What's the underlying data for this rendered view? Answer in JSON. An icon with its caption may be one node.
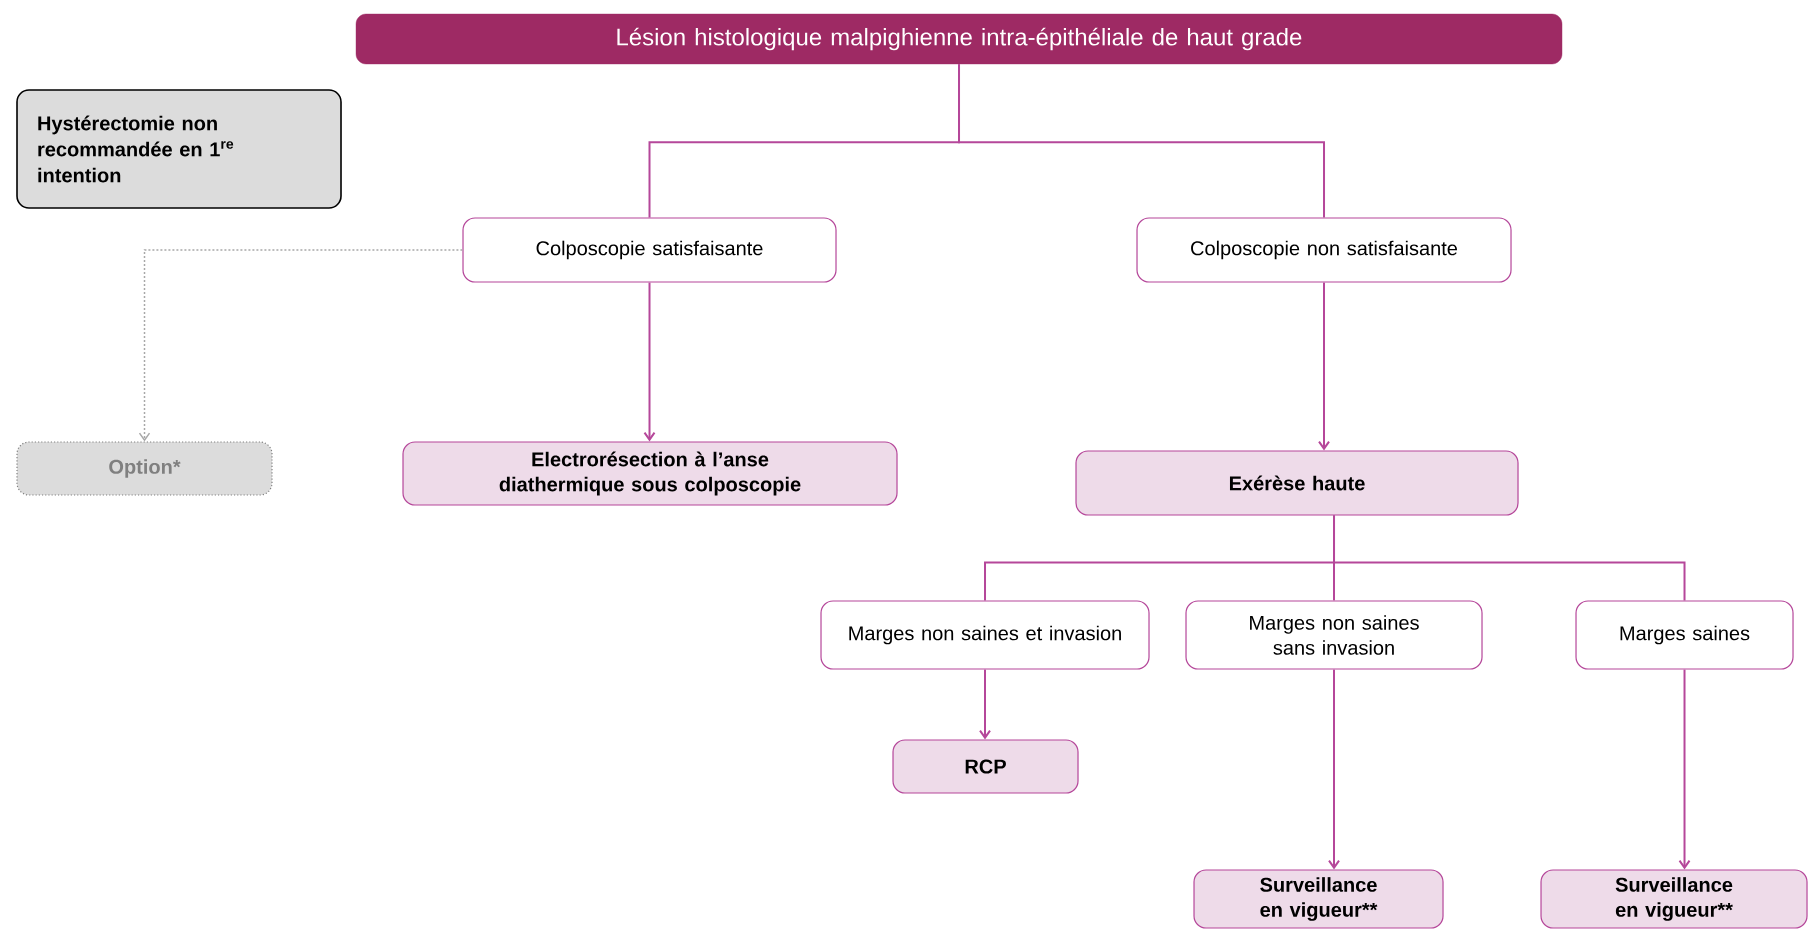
{
  "diagram": {
    "nodes": [
      {
        "text": [
          "Lésion histologique malpighienne intra-épithéliale de haut grade"
        ]
      },
      {
        "text": [
          "Hystérectomie non recommandée en 1$^{re}$ intention"
        ]
      },
      {
        "text": [
          "Colposcopie satisfaisante"
        ]
      },
      {
        "text": [
          "Colposcopie non satisfaisante"
        ]
      },
      {
        "text": [
          "Option*"
        ]
      },
      {
        "text": [
          "Electrorésection à l’anse diathermique sous colposcopie"
        ]
      },
      {
        "text": [
          "Exérèse haute"
        ]
      },
      {
        "text": [
          "Marges non saines et invasion"
        ]
      },
      {
        "text": [
          "Marges non saines sans invasion"
        ]
      },
      {
        "text": [
          "Marges saines"
        ]
      },
      {
        "text": [
          "RCP"
        ]
      },
      {
        "text": [
          "Surveillance en vigueur**"
        ]
      },
      {
        "text": [
          "Surveillance en vigueur**"
        ]
      }
    ],
    "edges": [
      {
        "from": 0,
        "to": 2,
        "arrow": "none"
      },
      {
        "from": 0,
        "to": 3,
        "arrow": "none"
      },
      {
        "from": 2,
        "to": 4,
        "arrow": "to",
        "style": "dashed",
        "color": "#a8a8a8"
      },
      {
        "from": 2,
        "to": 5,
        "arrow": "to"
      },
      {
        "from": 3,
        "to": 6,
        "arrow": "to"
      },
      {
        "from": 6,
        "to": 7,
        "arrow": "none"
      },
      {
        "from": 6,
        "to": 8,
        "arrow": "none"
      },
      {
        "from": 6,
        "to": 9,
        "arrow": "none"
      },
      {
        "from": 7,
        "to": 10,
        "arrow": "to"
      },
      {
        "from": 8,
        "to": 11,
        "arrow": "to"
      },
      {
        "from": 9,
        "to": 12,
        "arrow": "to"
      }
    ]
  }
}
